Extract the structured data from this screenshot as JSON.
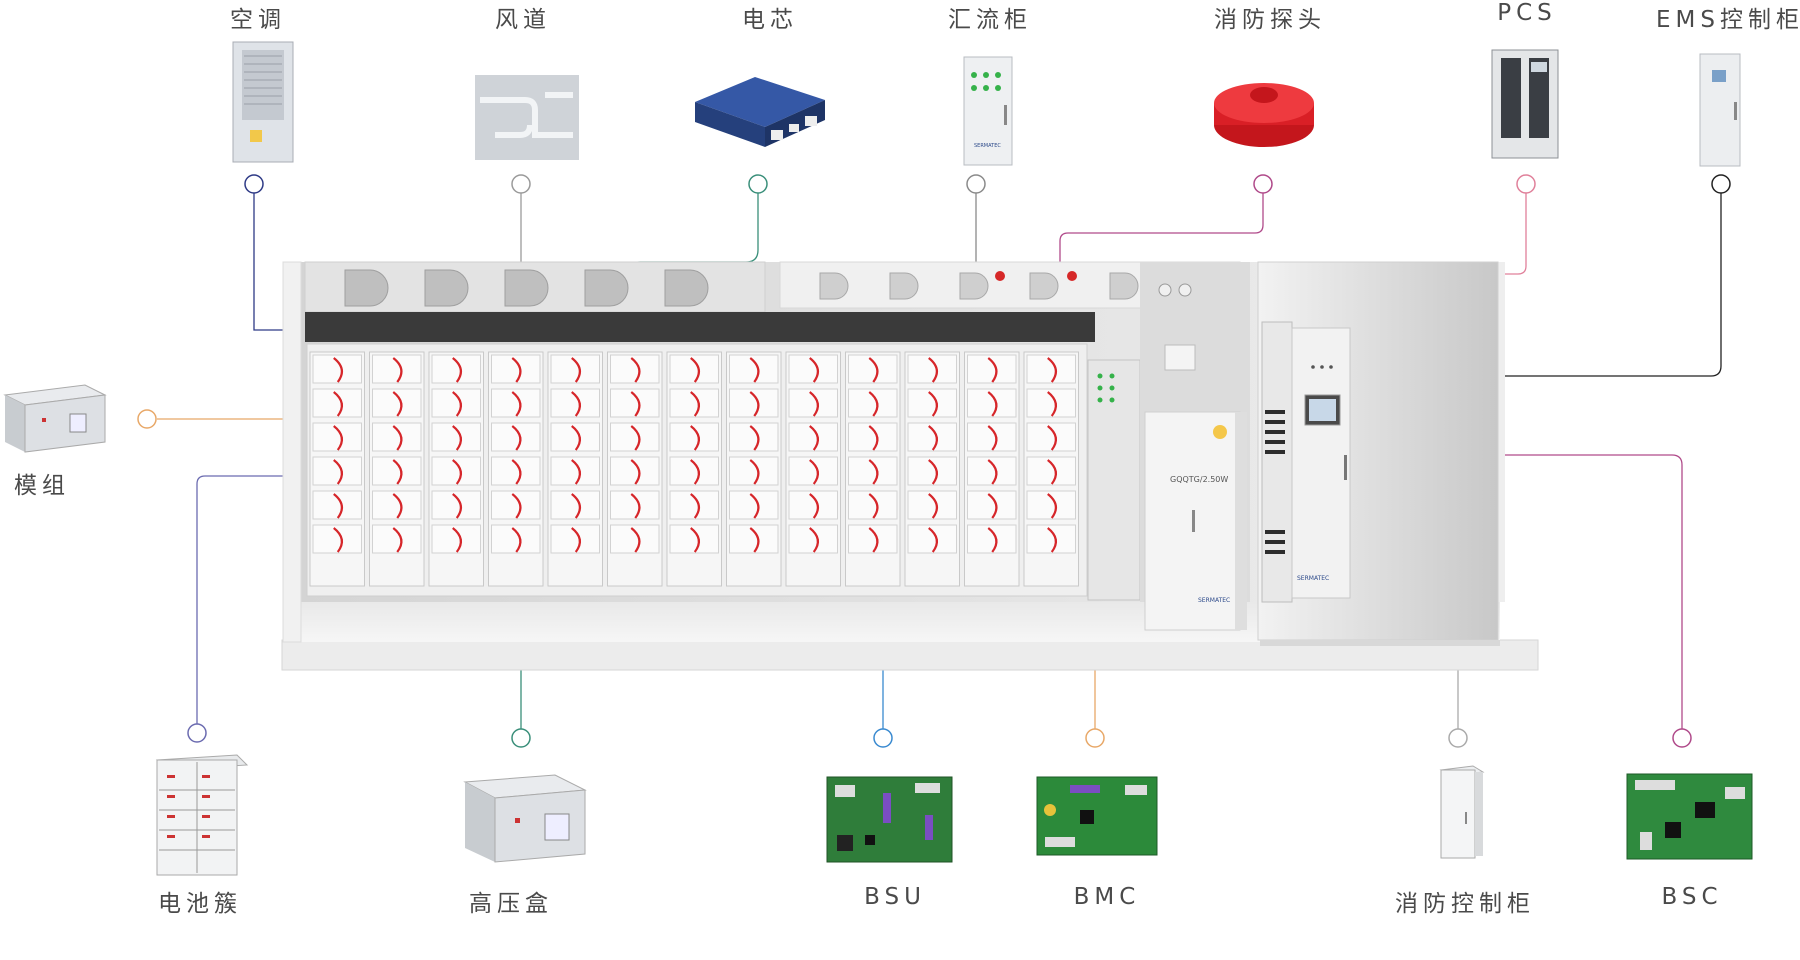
{
  "labels": {
    "aircon": "空调",
    "air_duct": "风道",
    "cell": "电芯",
    "combiner_cabinet": "汇流柜",
    "fire_detector": "消防探头",
    "pcs": "PCS",
    "ems_cabinet": "EMS控制柜",
    "module": "模组",
    "battery_cluster": "电池簇",
    "hv_box": "高压盒",
    "bsu": "BSU",
    "bmc": "BMC",
    "fire_control_cabinet": "消防控制柜",
    "bsc": "BSC"
  },
  "brand_marks": {
    "container_sticker": "SERMATEC",
    "fire_cabinet_model": "GQQTG/2.50W"
  },
  "colors": {
    "aircon": "#2e3a86",
    "air_duct": "#9a9a9a",
    "cell": "#3a8f7a",
    "combiner_cabinet": "#8a8a8a",
    "fire_detector": "#b04a8a",
    "pcs": "#e0809a",
    "ems_cabinet": "#222222",
    "module": "#e8a868",
    "battery_cluster": "#6b6bb0",
    "hv_box": "#3a8f7a",
    "bsu": "#3a8ad0",
    "bmc": "#e8a868",
    "fire_control_cabinet": "#aaaaaa",
    "bsc": "#b04a8a"
  }
}
